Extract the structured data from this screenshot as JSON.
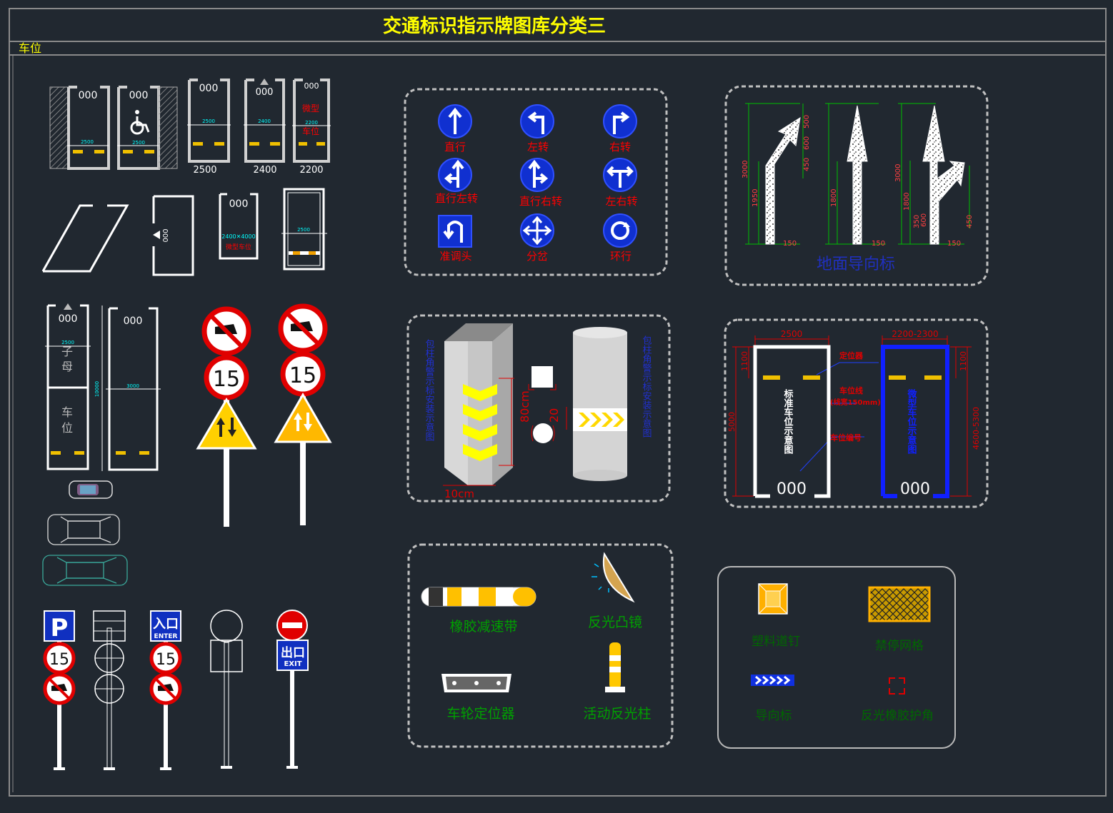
{
  "header": {
    "title": "交通标识指示牌图库分类三",
    "section": "车位"
  },
  "parking": {
    "code": "000",
    "widths": [
      "2500",
      "2400",
      "2200"
    ],
    "dim_2500": "2500",
    "dim_2400": "2400",
    "dim_2200": "2200",
    "micro_label_1": "微型",
    "micro_label_2": "车位",
    "micro_size": "2400✕4000",
    "micro_name": "微型车位",
    "mother_child_1": "子",
    "mother_child_2": "母",
    "mother_child_3": "车",
    "mother_child_4": "位",
    "dim_10000": "10000",
    "dim_3000": "3000"
  },
  "signs": {
    "speed": "15",
    "entry": "入口",
    "entry_en": "ENTER",
    "exit": "出口",
    "exit_en": "EXIT",
    "p": "P"
  },
  "directions": {
    "items": [
      "直行",
      "左转",
      "右转",
      "直行左转",
      "直行右转",
      "左右转",
      "准调头",
      "分岔",
      "环行"
    ]
  },
  "ground_arrows": {
    "title": "地面导向标",
    "dims": [
      "3000",
      "1950",
      "450",
      "600",
      "500",
      "150",
      "1800",
      "150",
      "3000",
      "1800",
      "350",
      "600",
      "450",
      "150"
    ]
  },
  "column": {
    "side_label_left": "包柱角警示标安装示意图",
    "side_label_right": "包柱角警示标安装示意图",
    "dim_80": "80cm",
    "dim_20": "20",
    "dim_10": "10cm"
  },
  "std_space": {
    "dim_2500": "2500",
    "dim_range": "2200-2300",
    "dim_1100a": "1100",
    "dim_1100b": "1100",
    "dim_5000": "5000",
    "dim_range2": "4600-5300",
    "locator": "定位器",
    "line": "车位线",
    "line_note": "(线宽150mm)",
    "number": "车位编号",
    "std_label": "标准车位示意图",
    "blue_label": "微型车位示意图",
    "code": "000"
  },
  "devices": {
    "speed_bump": "橡胶减速带",
    "mirror": "反光凸镜",
    "wheel_stop": "车轮定位器",
    "bollard": "活动反光柱"
  },
  "misc": {
    "stud": "塑料道钉",
    "grid": "禁停网格",
    "guide": "导向标",
    "corner": "反光橡胶护角"
  },
  "colors": {
    "bg": "#212830",
    "white": "#ffffff",
    "yellow": "#ffff00",
    "red": "#ff0000",
    "blue": "#0000ff",
    "green": "#00a000",
    "cyan": "#00ffff",
    "grey": "#b8b8b8"
  }
}
